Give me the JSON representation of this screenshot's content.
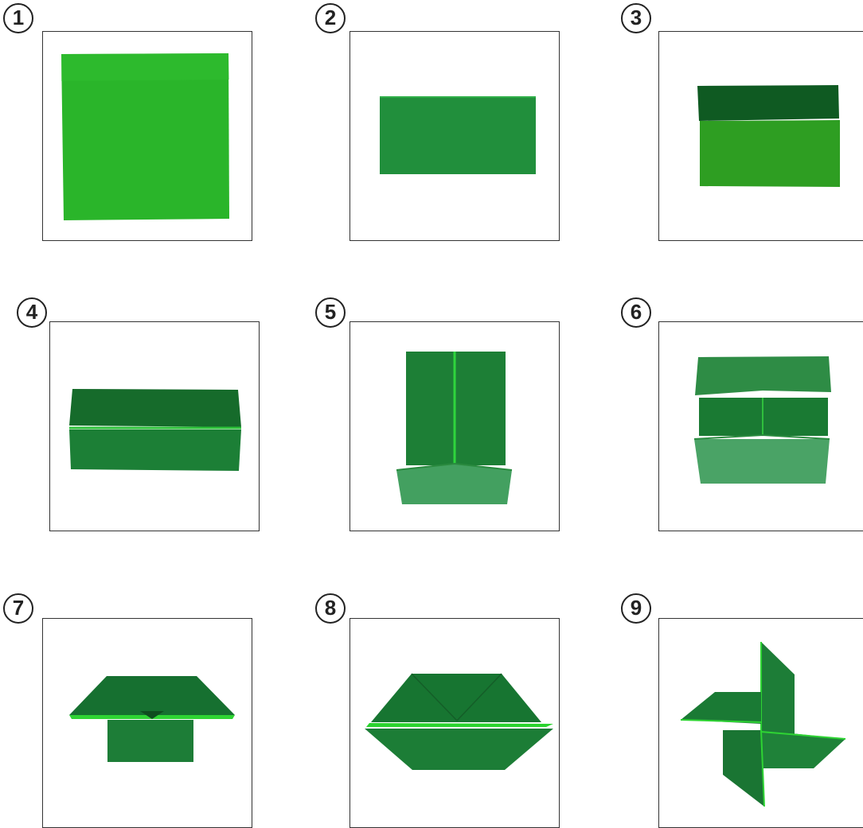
{
  "steps": [
    {
      "number": "1"
    },
    {
      "number": "2"
    },
    {
      "number": "3"
    },
    {
      "number": "4"
    },
    {
      "number": "5"
    },
    {
      "number": "6"
    },
    {
      "number": "7"
    },
    {
      "number": "8"
    },
    {
      "number": "9"
    }
  ],
  "colors": {
    "paper_light": "#2eb82e",
    "paper_mid": "#1f8f3a",
    "paper_dark": "#0e5e2a",
    "paper_soft": "#4aa56a",
    "panel_border": "#333333"
  }
}
